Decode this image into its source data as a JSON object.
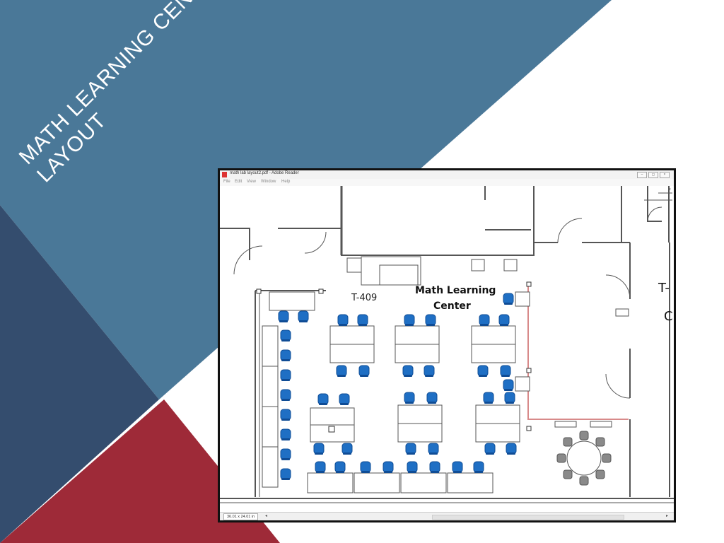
{
  "slide": {
    "title_line1": "Math Learning Center",
    "title_line2": "Layout",
    "colors": {
      "steel_blue": "#4a7898",
      "navy": "#344d6e",
      "crimson": "#9e2a38"
    }
  },
  "reader": {
    "window_title": "math lab layout2.pdf - Adobe Reader",
    "menu": [
      "File",
      "Edit",
      "View",
      "Window",
      "Help"
    ],
    "close_glyph": "×",
    "status_dims": "36.01 x 24.01 in",
    "status_mark": "III",
    "status_left_arrow": "◂",
    "status_right_arrow": "▸"
  },
  "floorplan": {
    "room_label": "T-409",
    "center_label_line1": "Math Learning",
    "center_label_line2": "Center",
    "adjacent_label": "T-",
    "adjacent_label2": "C",
    "colors": {
      "chair": "#1f6fc4",
      "chair_dark": "#0f4c95",
      "wall": "#555555",
      "partition": "#d88a8a",
      "round_table_chairs": "#8a8a8a"
    }
  }
}
